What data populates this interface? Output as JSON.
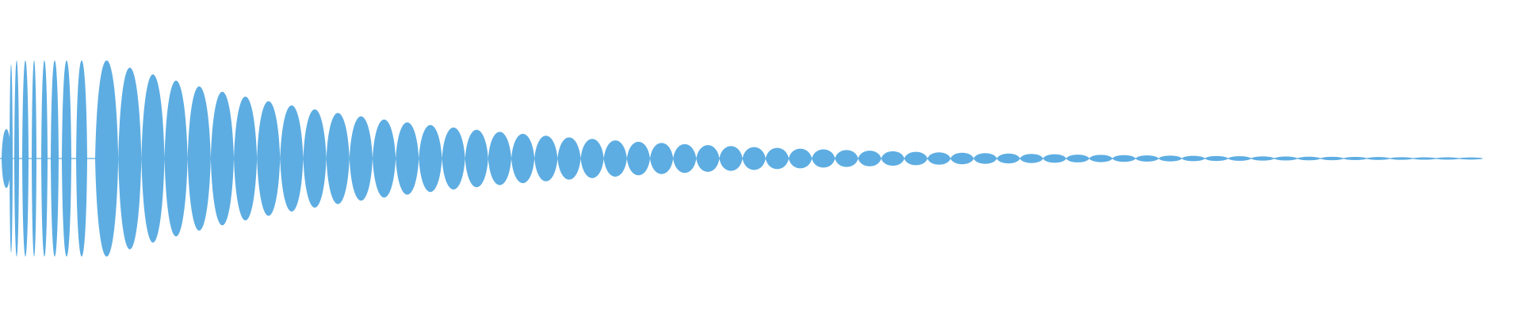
{
  "waveform": {
    "color": "#5dade2",
    "background": "#ffffff",
    "amplitude_peak": 1.0,
    "amplitude_end": 0.01,
    "lobe_count": 60
  }
}
